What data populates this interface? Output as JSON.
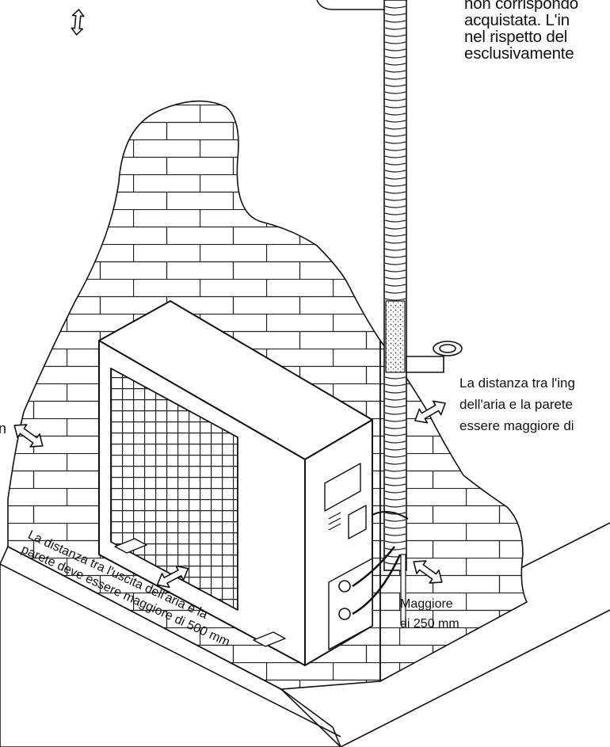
{
  "note_top": {
    "lines": [
      "non corrispondo",
      "acquistata. L'in",
      "nel rispetto del",
      "esclusivamente"
    ]
  },
  "label_inlet": {
    "lines": [
      "La distanza tra l'ing",
      "dell'aria e la parete",
      "essere maggiore di"
    ]
  },
  "label_side": {
    "text": "n"
  },
  "label_magg": {
    "lines": [
      "Maggiore",
      "di 250 mm"
    ]
  },
  "label_outlet": {
    "lines": [
      "La distanza tra l'uscita dell'aria e la",
      "parete deve essere maggiore di 500 mm"
    ]
  },
  "colors": {
    "line": "#111111",
    "background": "#ffffff"
  }
}
